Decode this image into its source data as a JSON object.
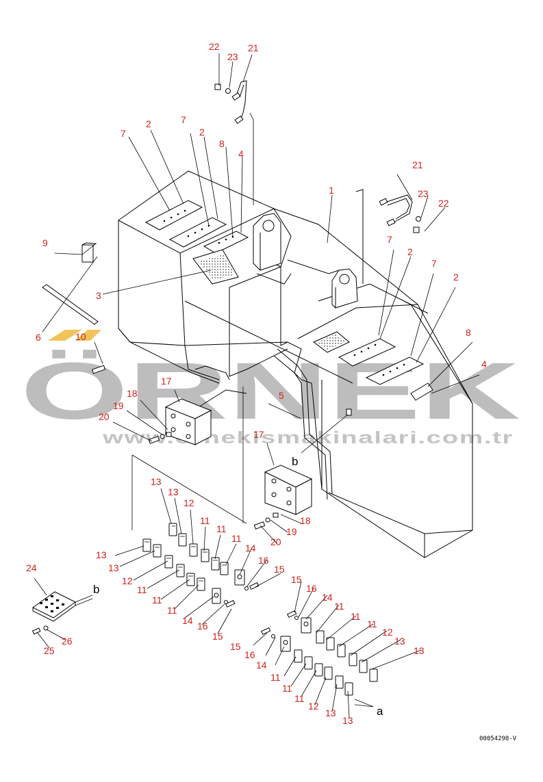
{
  "watermark": {
    "brand": "ÖRNEK",
    "url": "www.ornekismakinalari.com.tr",
    "accent_color": "#f2c35a",
    "brand_color": "#bdbdbd"
  },
  "drawing_id": "00054298-V",
  "callout_color": "#d0201c",
  "callouts": {
    "c22a": "22",
    "c23a": "23",
    "c21a": "21",
    "c7a": "7",
    "c2a": "2",
    "c7b": "7",
    "c2b": "2",
    "c8a": "8",
    "c4a": "4",
    "c1": "1",
    "c9": "9",
    "c3": "3",
    "c6": "6",
    "c10": "10",
    "c21b": "21",
    "c23b": "23",
    "c22b": "22",
    "c7c": "7",
    "c2c": "2",
    "c7d": "7",
    "c2d": "2",
    "c8b": "8",
    "c4b": "4",
    "c5": "5",
    "c17a": "17",
    "c18a": "18",
    "c19a": "19",
    "c20a": "20",
    "c17b": "17",
    "c18b": "18",
    "c19b": "19",
    "c20b": "20",
    "c13a": "13",
    "c13b": "13",
    "c12a": "12",
    "c11a": "11",
    "c11b": "11",
    "c11c": "11",
    "c13c": "13",
    "c13d": "13",
    "c12b": "12",
    "c11d": "11",
    "c11e": "11",
    "c11f": "11",
    "c14a": "14",
    "c16a": "16",
    "c15a": "15",
    "c15b": "15",
    "c16b": "16",
    "c14b": "14",
    "c14c": "14",
    "c16c": "16",
    "c15c": "15",
    "c24": "24",
    "c25": "25",
    "c26": "26",
    "c11g": "11",
    "c11h": "11",
    "c11i": "11",
    "c12c": "12",
    "c13e": "13",
    "c13f": "13",
    "c15d": "15",
    "c16d": "16",
    "c14d": "14",
    "c11j": "11",
    "c11k": "11",
    "c11l": "11",
    "c12d": "12",
    "c13g": "13",
    "c13h": "13"
  },
  "view_letters": {
    "a": "a",
    "b1": "b",
    "b2": "b"
  }
}
